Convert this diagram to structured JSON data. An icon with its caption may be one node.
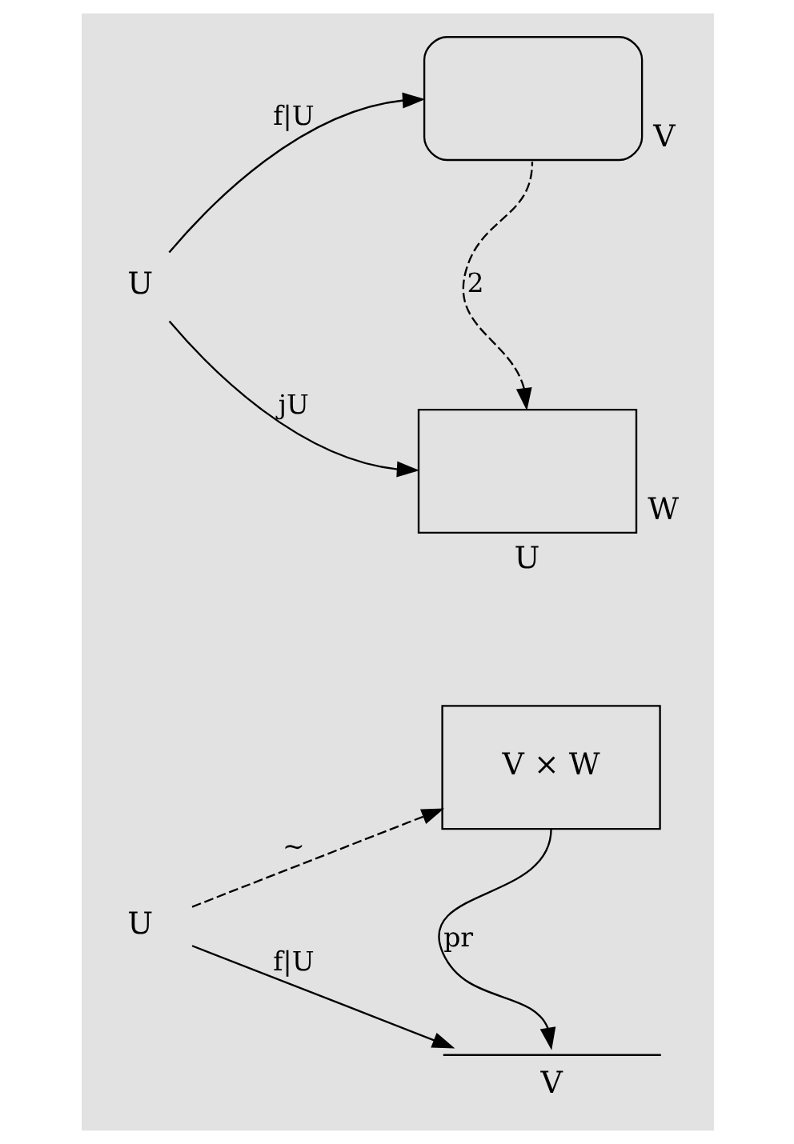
{
  "diagram": {
    "nodes": [
      {
        "text": [
          "U"
        ]
      },
      {
        "text": [],
        "shape": "cloud",
        "beside": [
          "V"
        ]
      },
      {
        "text": [],
        "shape": "box",
        "beside": [
          "W",
          "U"
        ]
      },
      {
        "text": [
          "U"
        ]
      },
      {
        "text": [
          "V × W"
        ]
      },
      {
        "text": [
          "V"
        ]
      }
    ],
    "edges": [
      {
        "from": 0,
        "to": 1,
        "arrow": "to",
        "label": "f|U"
      },
      {
        "from": 0,
        "to": 2,
        "arrow": "to",
        "label": "jU"
      },
      {
        "from": 1,
        "to": 2,
        "arrow": "to",
        "label": "2",
        "style": "dashed"
      },
      {
        "from": 3,
        "to": 4,
        "arrow": "to",
        "label": "~",
        "style": "dashed"
      },
      {
        "from": 4,
        "to": 5,
        "arrow": "to",
        "label": "pr"
      },
      {
        "from": 3,
        "to": 5,
        "arrow": "to",
        "label": "f|U"
      }
    ]
  }
}
